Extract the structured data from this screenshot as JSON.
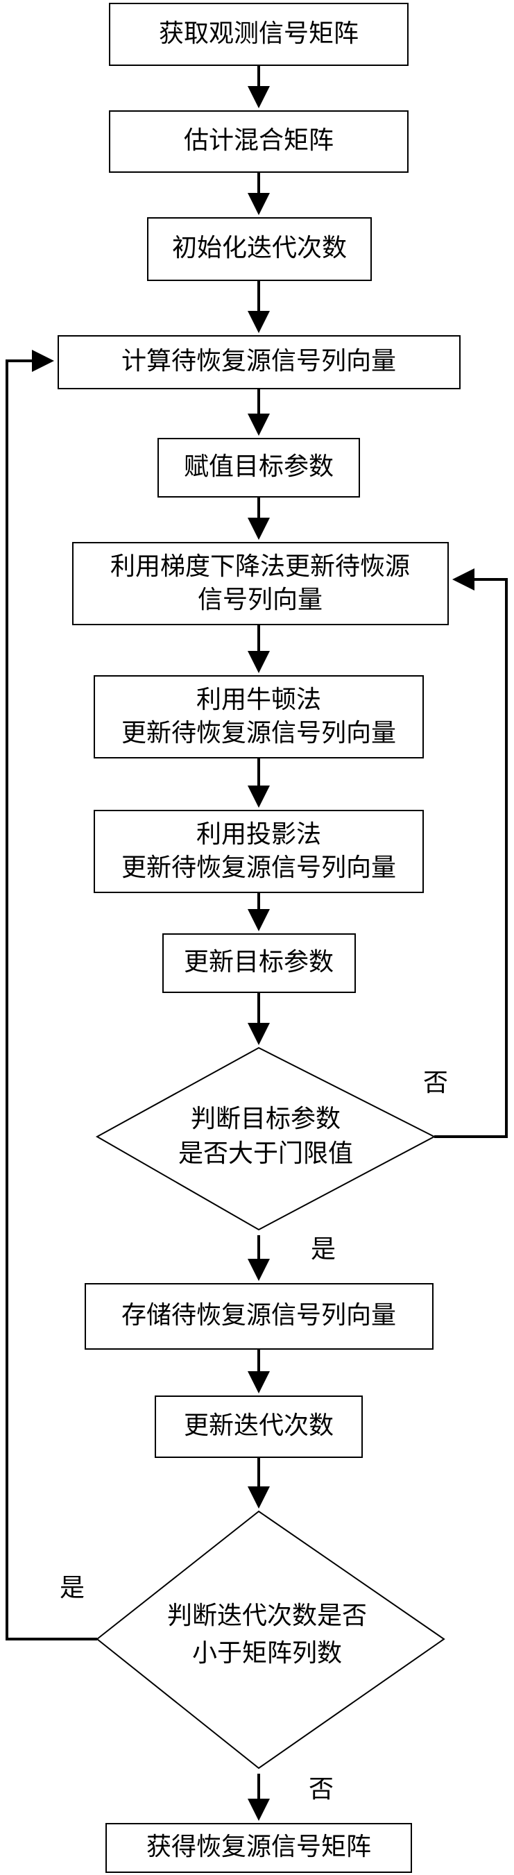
{
  "nodes": {
    "get_observation": {
      "lines": [
        "获取观测信号矩阵"
      ]
    },
    "estimate_mixing": {
      "lines": [
        "估计混合矩阵"
      ]
    },
    "init_iteration": {
      "lines": [
        "初始化迭代次数"
      ]
    },
    "compute_vector": {
      "lines": [
        "计算待恢复源信号列向量"
      ]
    },
    "assign_target": {
      "lines": [
        "赋值目标参数"
      ]
    },
    "gradient_update": {
      "lines": [
        "利用梯度下降法更新待恢源",
        "信号列向量"
      ]
    },
    "newton_update": {
      "lines": [
        "利用牛顿法",
        "更新待恢复源信号列向量"
      ]
    },
    "projection_update": {
      "lines": [
        "利用投影法",
        "更新待恢复源信号列向量"
      ]
    },
    "update_target": {
      "lines": [
        "更新目标参数"
      ]
    },
    "judge_target": {
      "lines": [
        "判断目标参数",
        "是否大于门限值"
      ]
    },
    "store_vector": {
      "lines": [
        "存储待恢复源信号列向量"
      ]
    },
    "update_iteration": {
      "lines": [
        "更新迭代次数"
      ]
    },
    "judge_iteration": {
      "lines": [
        "判断迭代次数是否",
        "小于矩阵列数"
      ]
    },
    "get_result": {
      "lines": [
        "获得恢复源信号矩阵"
      ]
    }
  },
  "edge_labels": {
    "target_no": "否",
    "target_yes": "是",
    "iteration_yes": "是",
    "iteration_no": "否"
  }
}
